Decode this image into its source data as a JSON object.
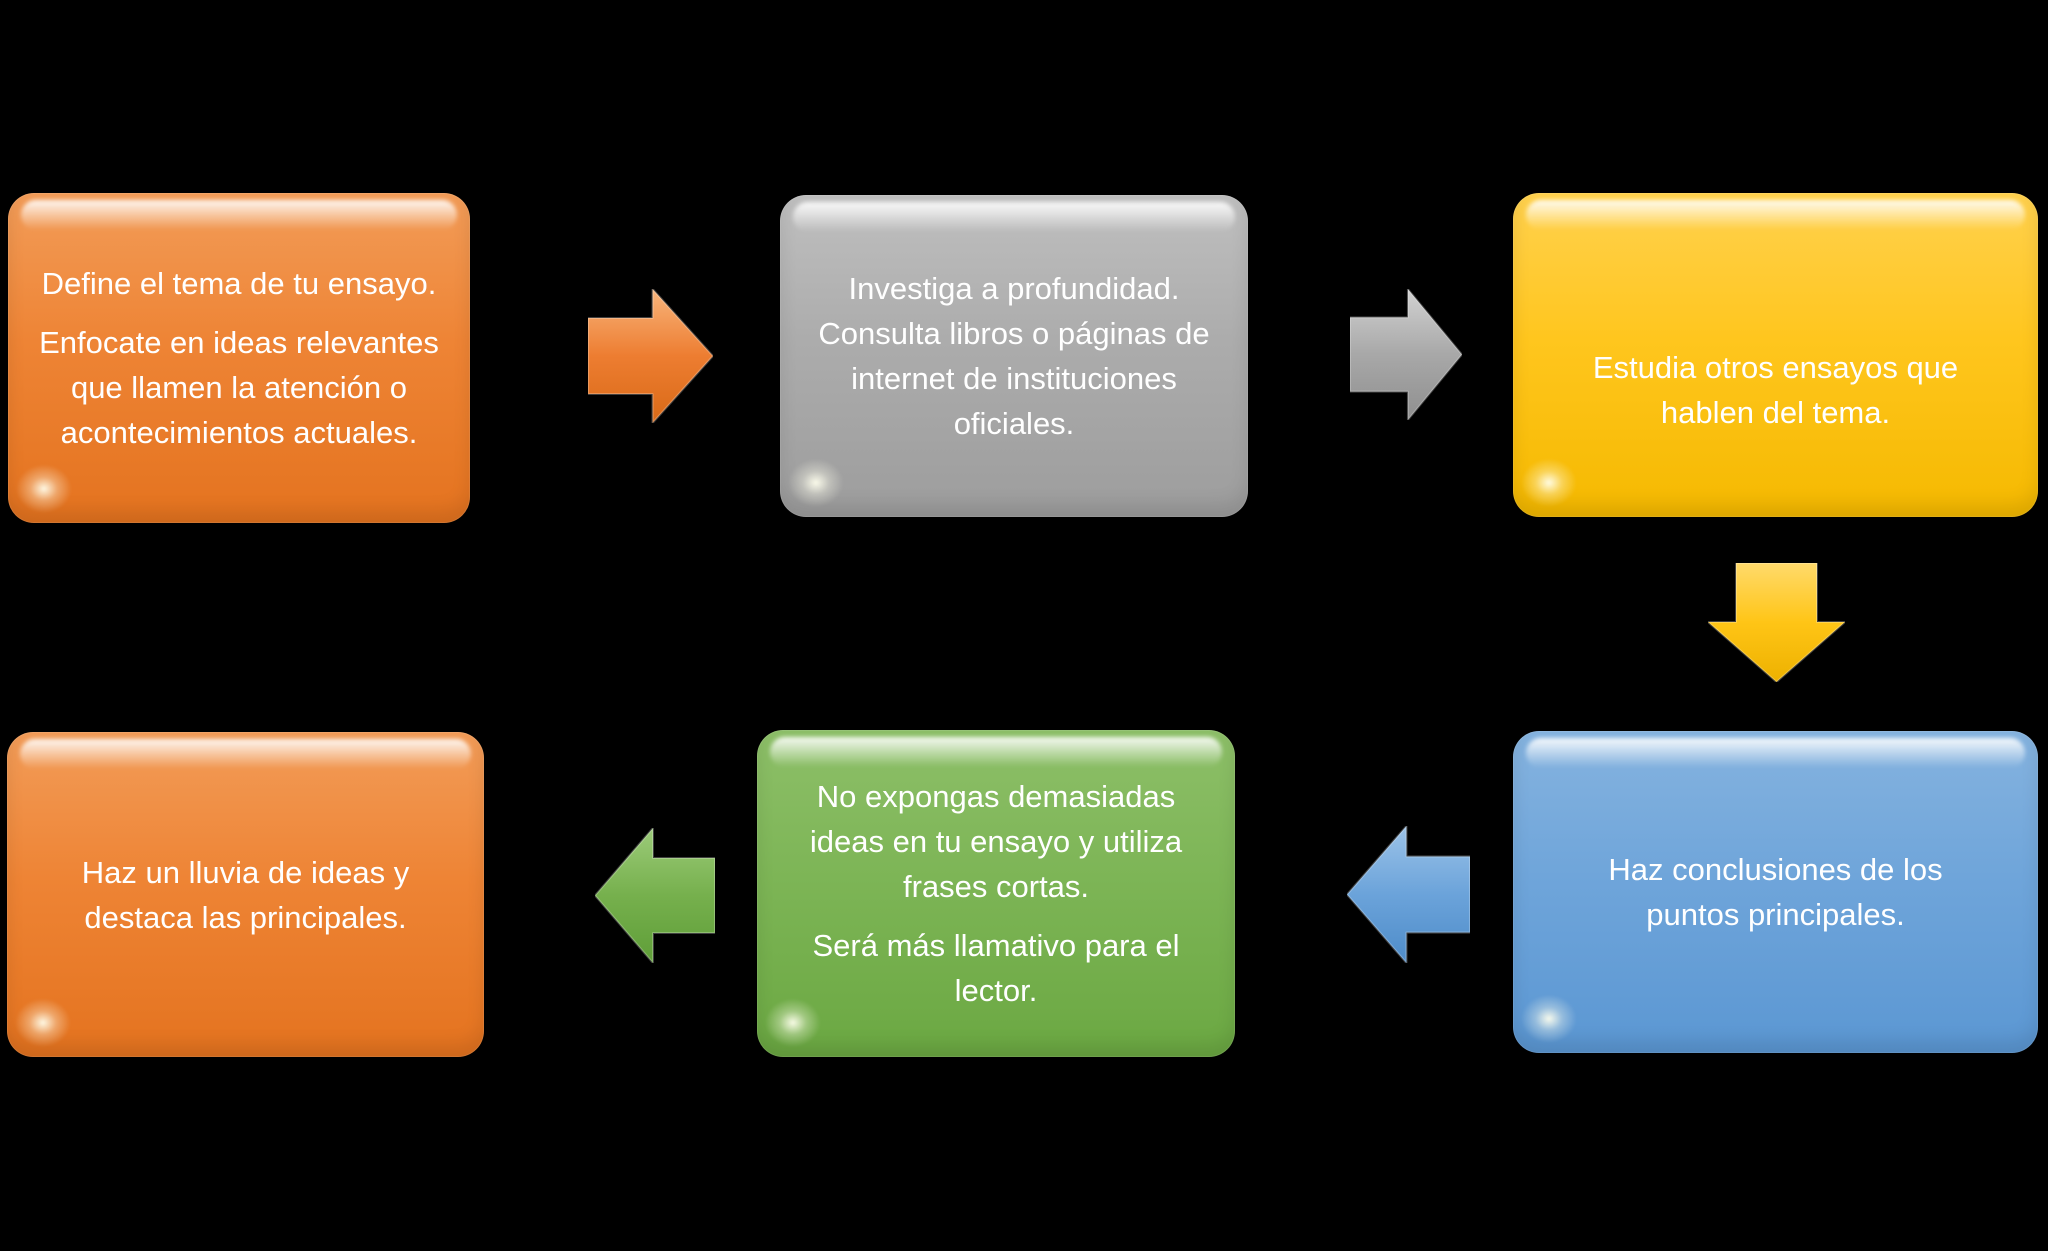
{
  "diagram": {
    "type": "process-flowchart",
    "language": "es",
    "background_color": "#000000",
    "text_color": "#FFFFFF",
    "steps": [
      {
        "name": "define-topic",
        "color_name": "orange",
        "fill": "#ED7D31",
        "paragraphs": [
          "Define el tema de tu ensayo.",
          "Enfocate en ideas relevantes que llamen la atención o acontecimientos actuales."
        ]
      },
      {
        "name": "research",
        "color_name": "gray",
        "fill": "#A5A5A5",
        "paragraphs": [
          "Investiga a profundidad. Consulta libros o páginas de internet de instituciones oficiales."
        ]
      },
      {
        "name": "study-other-essays",
        "color_name": "gold",
        "fill": "#FFC000",
        "paragraphs": [
          "Estudia otros ensayos que hablen del tema."
        ]
      },
      {
        "name": "make-conclusions",
        "color_name": "blue",
        "fill": "#5B9BD5",
        "paragraphs": [
          "Haz conclusiones de los puntos principales."
        ]
      },
      {
        "name": "few-ideas-short-phrases",
        "color_name": "green",
        "fill": "#70AD47",
        "paragraphs": [
          "No expongas demasiadas ideas en tu ensayo y utiliza frases cortas.",
          "Será más llamativo para el lector."
        ]
      },
      {
        "name": "brainstorm",
        "color_name": "orange",
        "fill": "#ED7D31",
        "paragraphs": [
          "Haz un lluvia de ideas y destaca las principales."
        ]
      }
    ],
    "arrows": [
      {
        "from": "define-topic",
        "to": "research",
        "direction": "right",
        "color": "#ED7D31"
      },
      {
        "from": "research",
        "to": "study-other-essays",
        "direction": "right",
        "color": "#A5A5A5"
      },
      {
        "from": "study-other-essays",
        "to": "make-conclusions",
        "direction": "down",
        "color": "#FFC000"
      },
      {
        "from": "make-conclusions",
        "to": "few-ideas-short-phrases",
        "direction": "left",
        "color": "#5B9BD5"
      },
      {
        "from": "few-ideas-short-phrases",
        "to": "brainstorm",
        "direction": "left",
        "color": "#70AD47"
      }
    ]
  }
}
